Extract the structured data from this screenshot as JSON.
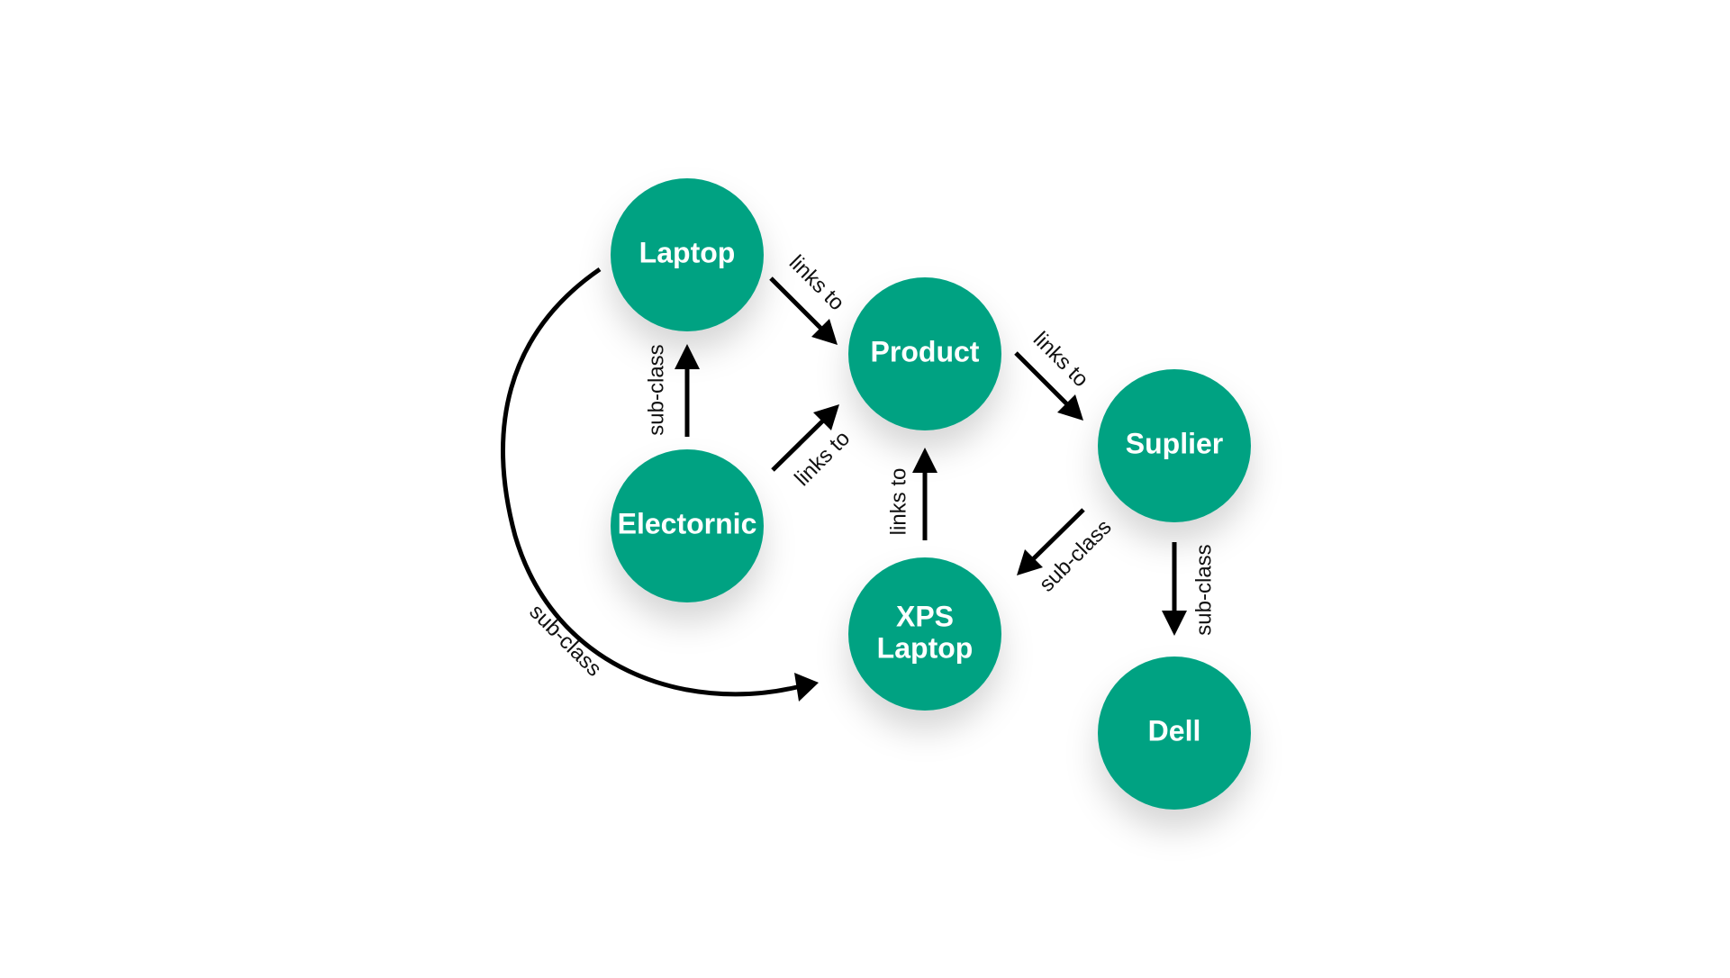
{
  "colors": {
    "node_fill": "#06A282",
    "node_text": "#FFFFFF",
    "edge": "#000000",
    "background": "#FFFFFF"
  },
  "nodes": {
    "laptop": {
      "label": "Laptop"
    },
    "product": {
      "label": "Product"
    },
    "electronic": {
      "label": "Electornic"
    },
    "xps_laptop": {
      "label_line1": "XPS",
      "label_line2": "Laptop"
    },
    "suplier": {
      "label": "Suplier"
    },
    "dell": {
      "label": "Dell"
    }
  },
  "edges": {
    "laptop_to_product": {
      "label": "links to"
    },
    "electronic_to_product": {
      "label": "links to"
    },
    "product_to_suplier": {
      "label": "links to"
    },
    "xps_to_product": {
      "label": "links to"
    },
    "electronic_to_laptop": {
      "label": "sub-class"
    },
    "suplier_to_xps": {
      "label": "sub-class"
    },
    "suplier_to_dell": {
      "label": "sub-class"
    },
    "laptop_to_xps": {
      "label": "sub-class"
    }
  }
}
